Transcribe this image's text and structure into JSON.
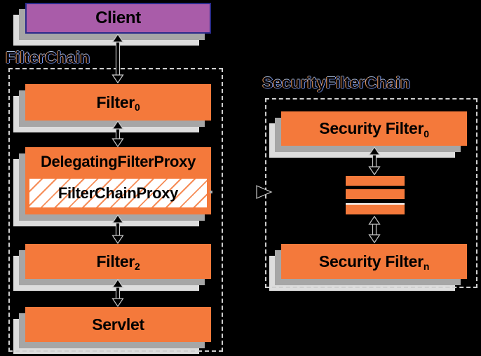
{
  "diagram": {
    "title_area": {},
    "groups": {
      "filter_chain": {
        "label": "FilterChain"
      },
      "security_filter_chain": {
        "label": "SecurityFilterChain"
      }
    },
    "nodes": {
      "client": {
        "label": "Client"
      },
      "filter0": {
        "label": "Filter",
        "subscript": "0"
      },
      "delegating_filter_proxy": {
        "label": "DelegatingFilterProxy"
      },
      "filter_chain_proxy": {
        "label": "FilterChainProxy"
      },
      "filter2": {
        "label": "Filter",
        "subscript": "2"
      },
      "servlet": {
        "label": "Servlet"
      },
      "security_filter_0": {
        "label": "Security Filter",
        "subscript": "0"
      },
      "security_filter_n": {
        "label": "Security Filter",
        "subscript": "n"
      }
    },
    "ellipsis": {
      "bar_count": 3
    },
    "icons": {
      "vertical_double_arrow": "black double-headed arrow with light outline",
      "delegates_arrow": "right-pointing arrowhead from FilterChainProxy into SecurityFilterChain"
    },
    "colors": {
      "background": "#000000",
      "box_orange": "#F4793B",
      "client_purple": "#A95CA9",
      "client_border": "#2B2B8A",
      "shadow_dark": "#A6A6A6",
      "shadow_light": "#DDDDDD",
      "dashed_border": "#CFCFCF",
      "arrow_outline": "#C8C8C8",
      "hatch_background": "#FFFFFF"
    }
  }
}
